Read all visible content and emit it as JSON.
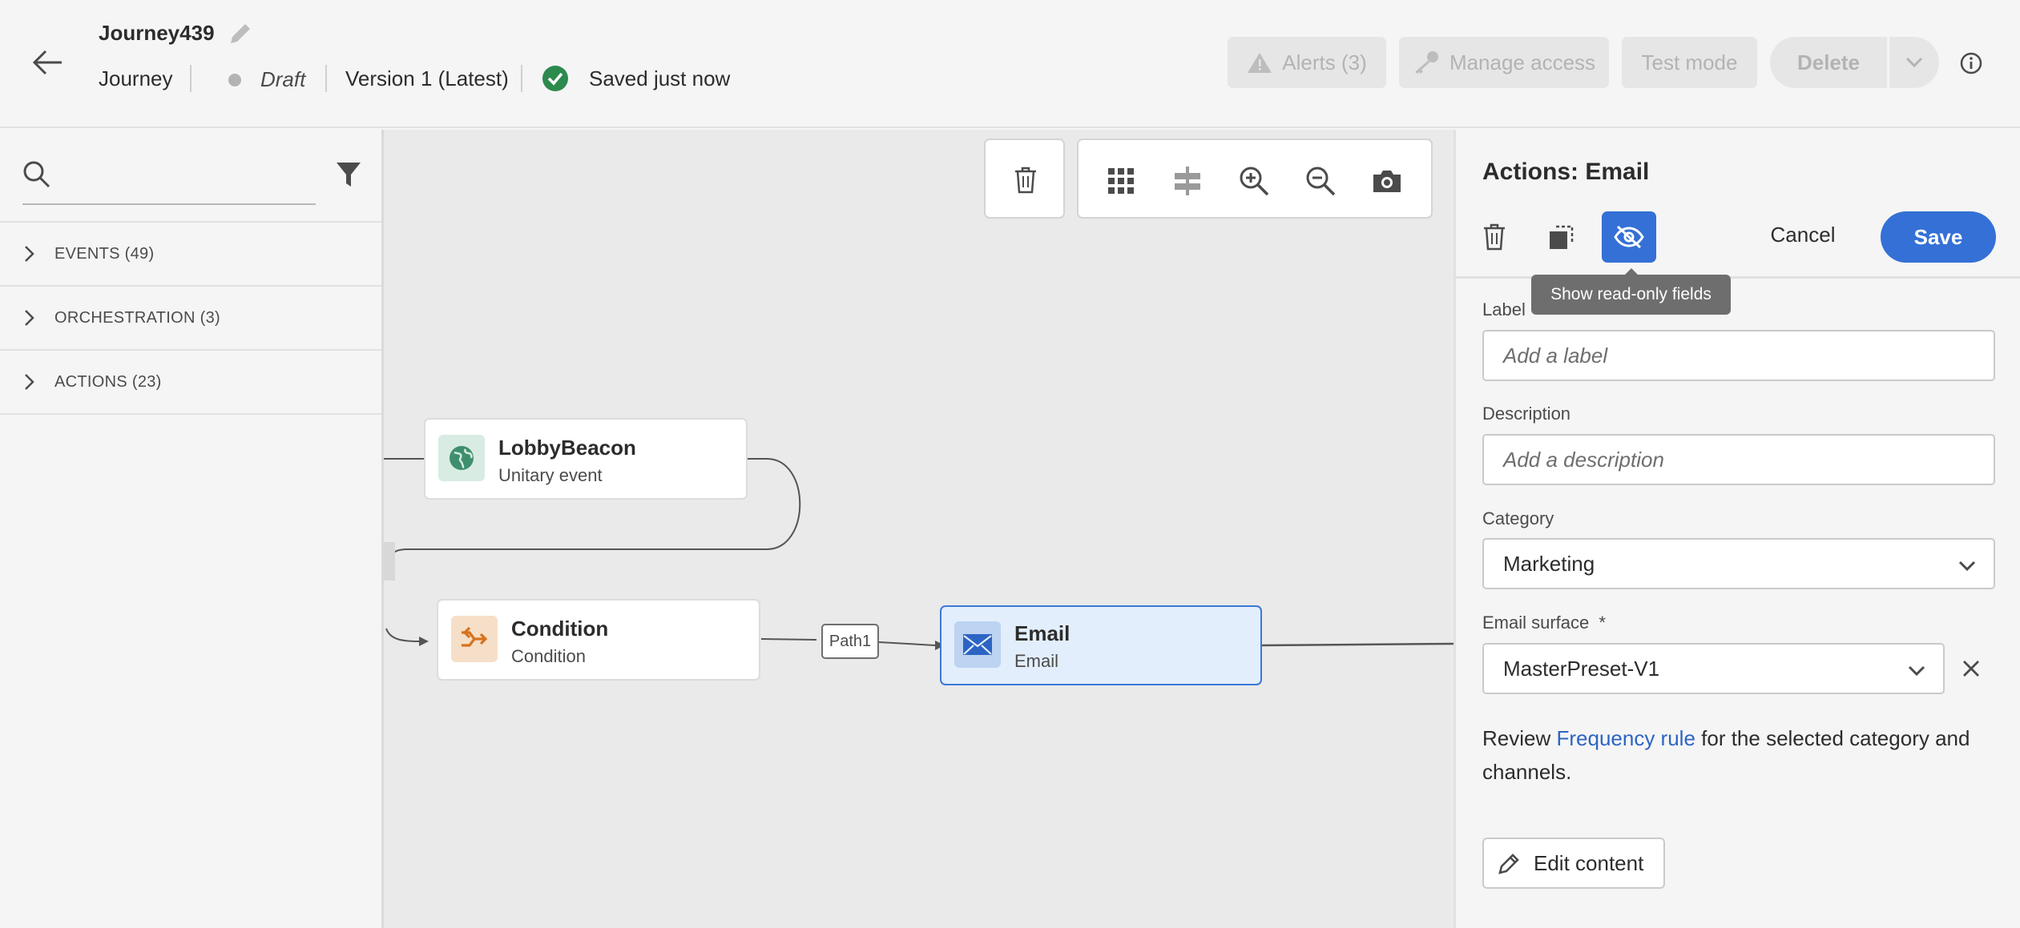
{
  "header": {
    "journey_name": "Journey439",
    "journey_type": "Journey",
    "status": "Draft",
    "version": "Version 1 (Latest)",
    "save_status": "Saved just now",
    "alerts_label": "Alerts (3)",
    "manage_access_label": "Manage access",
    "test_mode_label": "Test mode",
    "delete_label": "Delete"
  },
  "sidebar": {
    "search": {
      "value": "",
      "placeholder": ""
    },
    "categories": [
      {
        "label": "EVENTS (49)"
      },
      {
        "label": "ORCHESTRATION (3)"
      },
      {
        "label": "ACTIONS (23)"
      }
    ]
  },
  "canvas": {
    "nodes": {
      "lobby": {
        "title": "LobbyBeacon",
        "subtitle": "Unitary event"
      },
      "condition": {
        "title": "Condition",
        "subtitle": "Condition"
      },
      "email": {
        "title": "Email",
        "subtitle": "Email"
      }
    },
    "path_label": "Path1"
  },
  "panel": {
    "title": "Actions: Email",
    "cancel_label": "Cancel",
    "save_label": "Save",
    "tooltip": "Show read-only fields",
    "label_field": {
      "label": "Label",
      "placeholder": "Add a label",
      "value": ""
    },
    "description_field": {
      "label": "Description",
      "placeholder": "Add a description",
      "value": ""
    },
    "category_field": {
      "label": "Category",
      "value": "Marketing"
    },
    "surface_field": {
      "label": "Email surface",
      "required_mark": "*",
      "value": "MasterPreset-V1"
    },
    "review_text_prefix": "Review ",
    "review_link": "Frequency rule",
    "review_text_suffix": " for the selected category and channels.",
    "edit_content_label": "Edit content"
  },
  "colors": {
    "accent": "#3470d6",
    "success": "#2d8a4e",
    "email_node_bg": "#e3eefc",
    "email_node_border": "#3c78d8",
    "condition_icon_bg": "#f6dfc8",
    "condition_icon": "#d7721d",
    "event_icon_bg": "#d8ece3",
    "event_icon": "#3f8f6e",
    "link": "#2c64c4"
  }
}
